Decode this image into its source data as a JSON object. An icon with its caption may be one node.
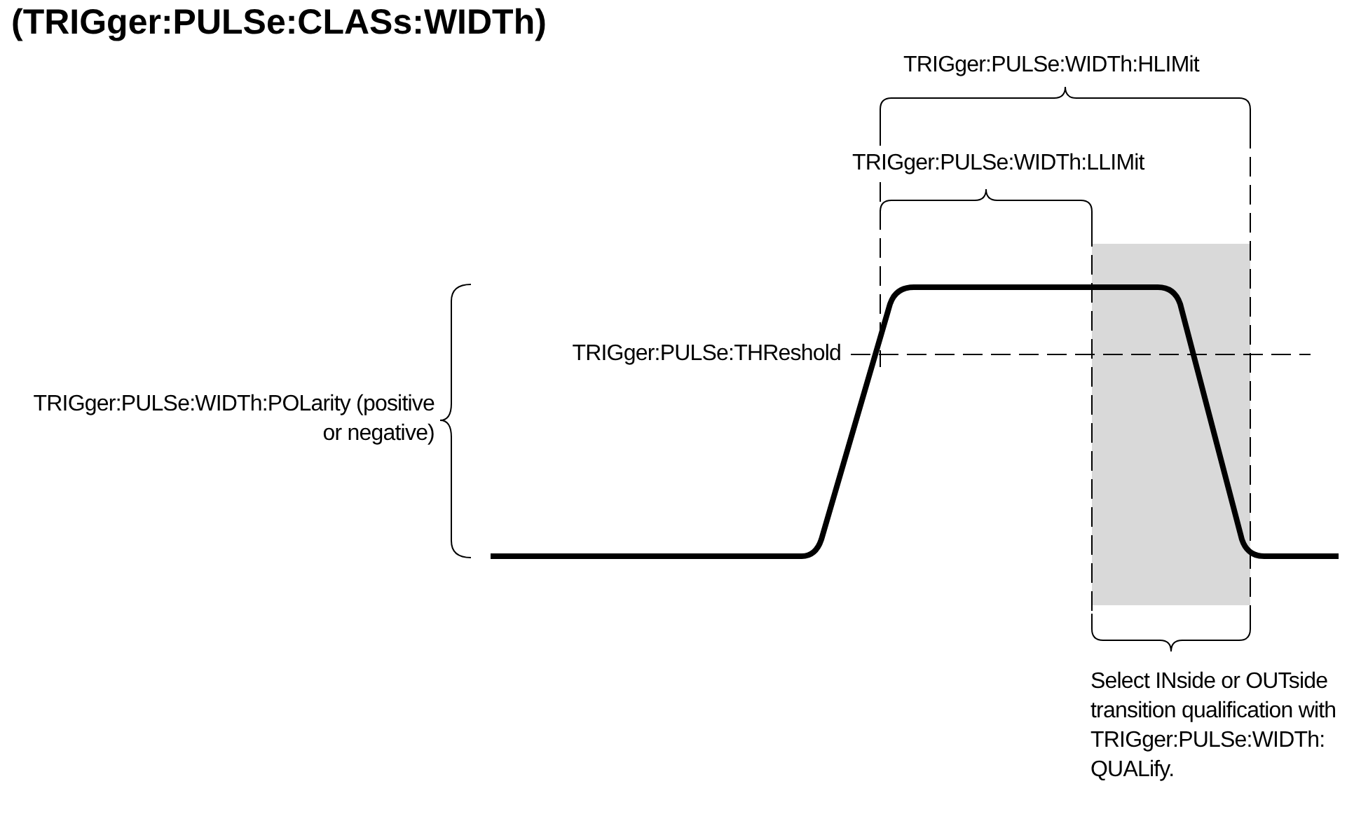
{
  "diagram": {
    "title": "(TRIGger:PULSe:CLASs:WIDTh)",
    "labels": [
      "TRIGger:PULSe:WIDTh:HLIMit",
      "TRIGger:PULSe:WIDTh:LLIMit",
      "TRIGger:PULSe:THReshold",
      "TRIGger:PULSe:WIDTh:POLarity (positive or negative)",
      "Select INside or OUTside transition qualification with TRIGger:PULSe:WIDTh: QUALify."
    ]
  }
}
